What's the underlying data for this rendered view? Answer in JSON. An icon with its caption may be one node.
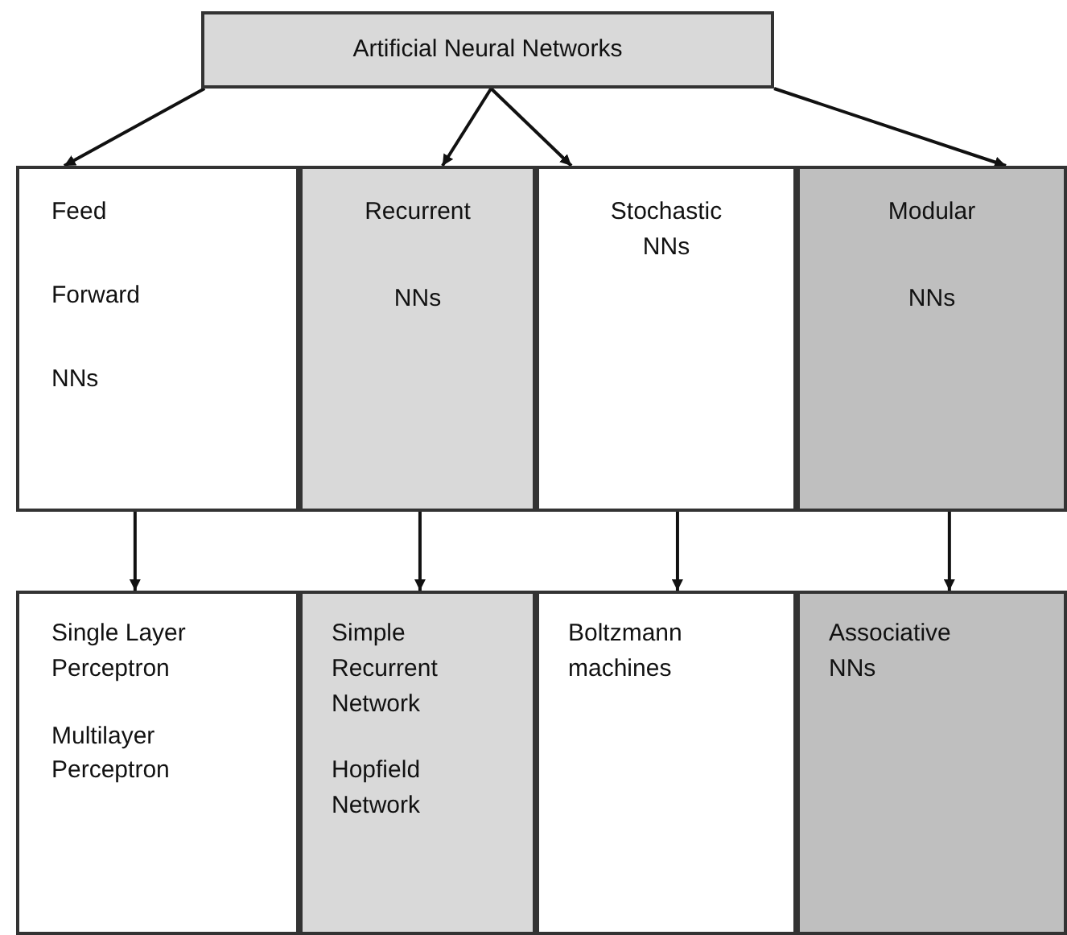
{
  "diagram": {
    "nodes": [
      {
        "text": [
          "Artificial Neural Networks"
        ]
      },
      {
        "text": [
          "Feed",
          "Forward",
          "NNs"
        ]
      },
      {
        "text": [
          "Recurrent",
          "NNs"
        ]
      },
      {
        "text": [
          "Stochastic NNs"
        ]
      },
      {
        "text": [
          "Modular",
          "NNs"
        ]
      },
      {
        "text": [
          "Single Layer Perceptron",
          "Multilayer Perceptron"
        ]
      },
      {
        "text": [
          "Simple Recurrent Network",
          "Hopfield Network"
        ]
      },
      {
        "text": [
          "Boltzmann machines"
        ]
      },
      {
        "text": [
          "Associative NNs"
        ]
      }
    ],
    "edges": [
      {
        "from": 0,
        "to": 1,
        "arrow": "to"
      },
      {
        "from": 0,
        "to": 2,
        "arrow": "to"
      },
      {
        "from": 0,
        "to": 3,
        "arrow": "to"
      },
      {
        "from": 0,
        "to": 4,
        "arrow": "to"
      },
      {
        "from": 1,
        "to": 5,
        "arrow": "to"
      },
      {
        "from": 2,
        "to": 6,
        "arrow": "to"
      },
      {
        "from": 3,
        "to": 7,
        "arrow": "to"
      },
      {
        "from": 4,
        "to": 8,
        "arrow": "to"
      }
    ]
  }
}
